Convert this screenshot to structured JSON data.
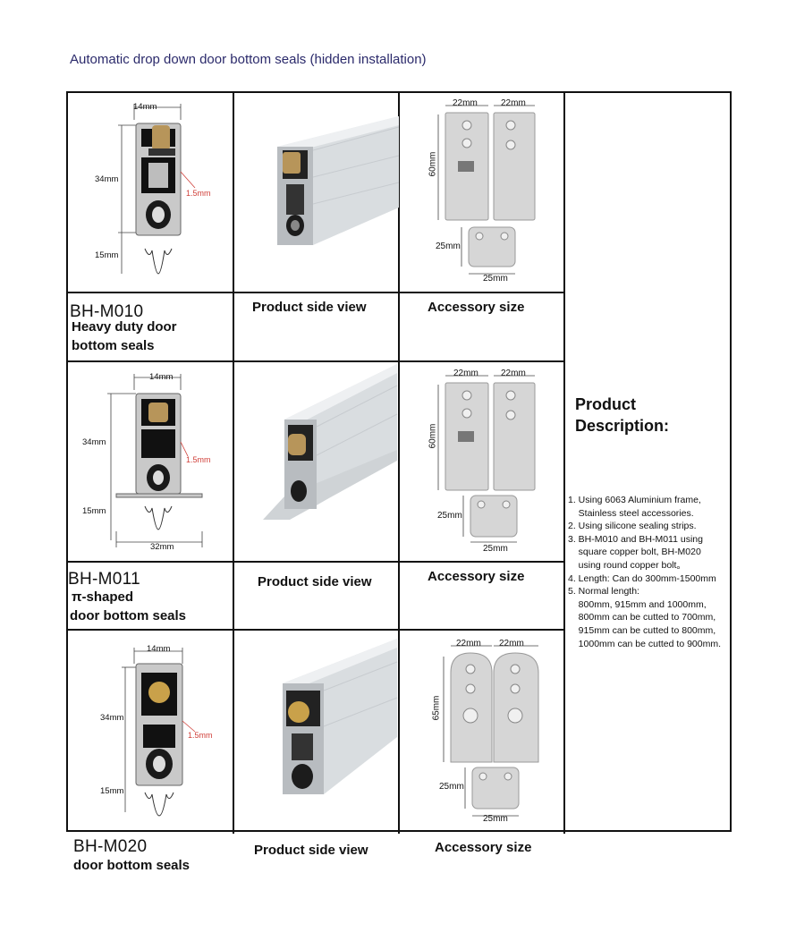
{
  "title": "Automatic drop down door bottom seals (hidden installation)",
  "products": [
    {
      "model": "BH-M010",
      "name_line1": "Heavy duty door",
      "name_line2": "bottom seals",
      "side_caption": "Product side view",
      "acc_caption": "Accessory size",
      "dims": {
        "width": "14mm",
        "height": "34mm",
        "gap": "1.5mm",
        "drop": "15mm"
      },
      "acc": {
        "w1": "22mm",
        "w2": "22mm",
        "h": "60mm",
        "small_h": "25mm",
        "small_w": "25mm"
      }
    },
    {
      "model": "BH-M011",
      "name_line1": "π-shaped",
      "name_line2": "door bottom seals",
      "side_caption": "Product side view",
      "acc_caption": "Accessory size",
      "dims": {
        "width": "14mm",
        "height": "34mm",
        "gap": "1.5mm",
        "drop": "15mm",
        "base": "32mm"
      },
      "acc": {
        "w1": "22mm",
        "w2": "22mm",
        "h": "60mm",
        "small_h": "25mm",
        "small_w": "25mm"
      }
    },
    {
      "model": "BH-M020",
      "name_line1": "door bottom seals",
      "side_caption": "Product side view",
      "acc_caption": "Accessory size",
      "dims": {
        "width": "14mm",
        "height": "34mm",
        "gap": "1.5mm",
        "drop": "15mm"
      },
      "acc": {
        "w1": "22mm",
        "w2": "22mm",
        "h": "65mm",
        "small_h": "25mm",
        "small_w": "25mm"
      }
    }
  ],
  "description": {
    "heading_line1": "Product",
    "heading_line2": "Description:",
    "lines": [
      "1. Using 6063 Aluminium frame,",
      "    Stainless steel accessories.",
      "2. Using silicone sealing strips.",
      "3. BH-M010 and BH-M011 using",
      "    square copper bolt, BH-M020",
      "    using round copper bolt。",
      "4. Length: Can do 300mm-1500mm",
      "5. Normal length:",
      "    800mm, 915mm and 1000mm,",
      "    800mm can be cutted to 700mm,",
      "    915mm can be cutted to 800mm,",
      "    1000mm can be cutted to 900mm."
    ]
  }
}
